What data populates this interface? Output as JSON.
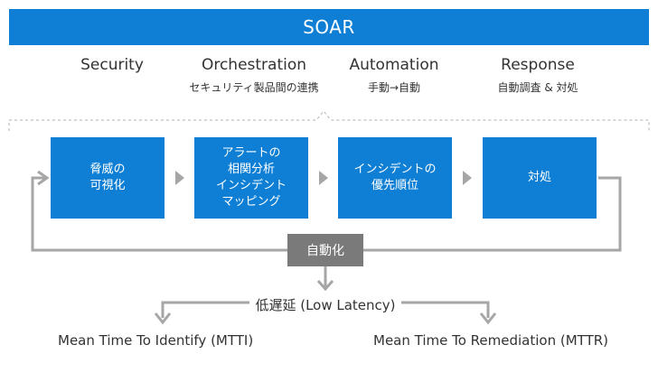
{
  "title": "SOAR",
  "columns": [
    {
      "head": "Security",
      "sub": ""
    },
    {
      "head": "Orchestration",
      "sub": "セキュリティ製品間の連携"
    },
    {
      "head": "Automation",
      "sub": "手動→自動"
    },
    {
      "head": "Response",
      "sub": "自動調査 & 対処"
    }
  ],
  "steps": [
    "脅威の\n可視化",
    "アラートの\n相関分析\nインシデント\nマッピング",
    "インシデントの\n優先順位",
    "対処"
  ],
  "automation_label": "自動化",
  "latency_label": "低遅延 (Low Latency)",
  "metrics": {
    "left": "Mean Time To Identify (MTTI)",
    "right": "Mean Time To Remediation (MTTR)"
  },
  "colors": {
    "accent": "#0e7fd4",
    "gray": "#7a7a7a",
    "line": "#a6a6a6"
  }
}
